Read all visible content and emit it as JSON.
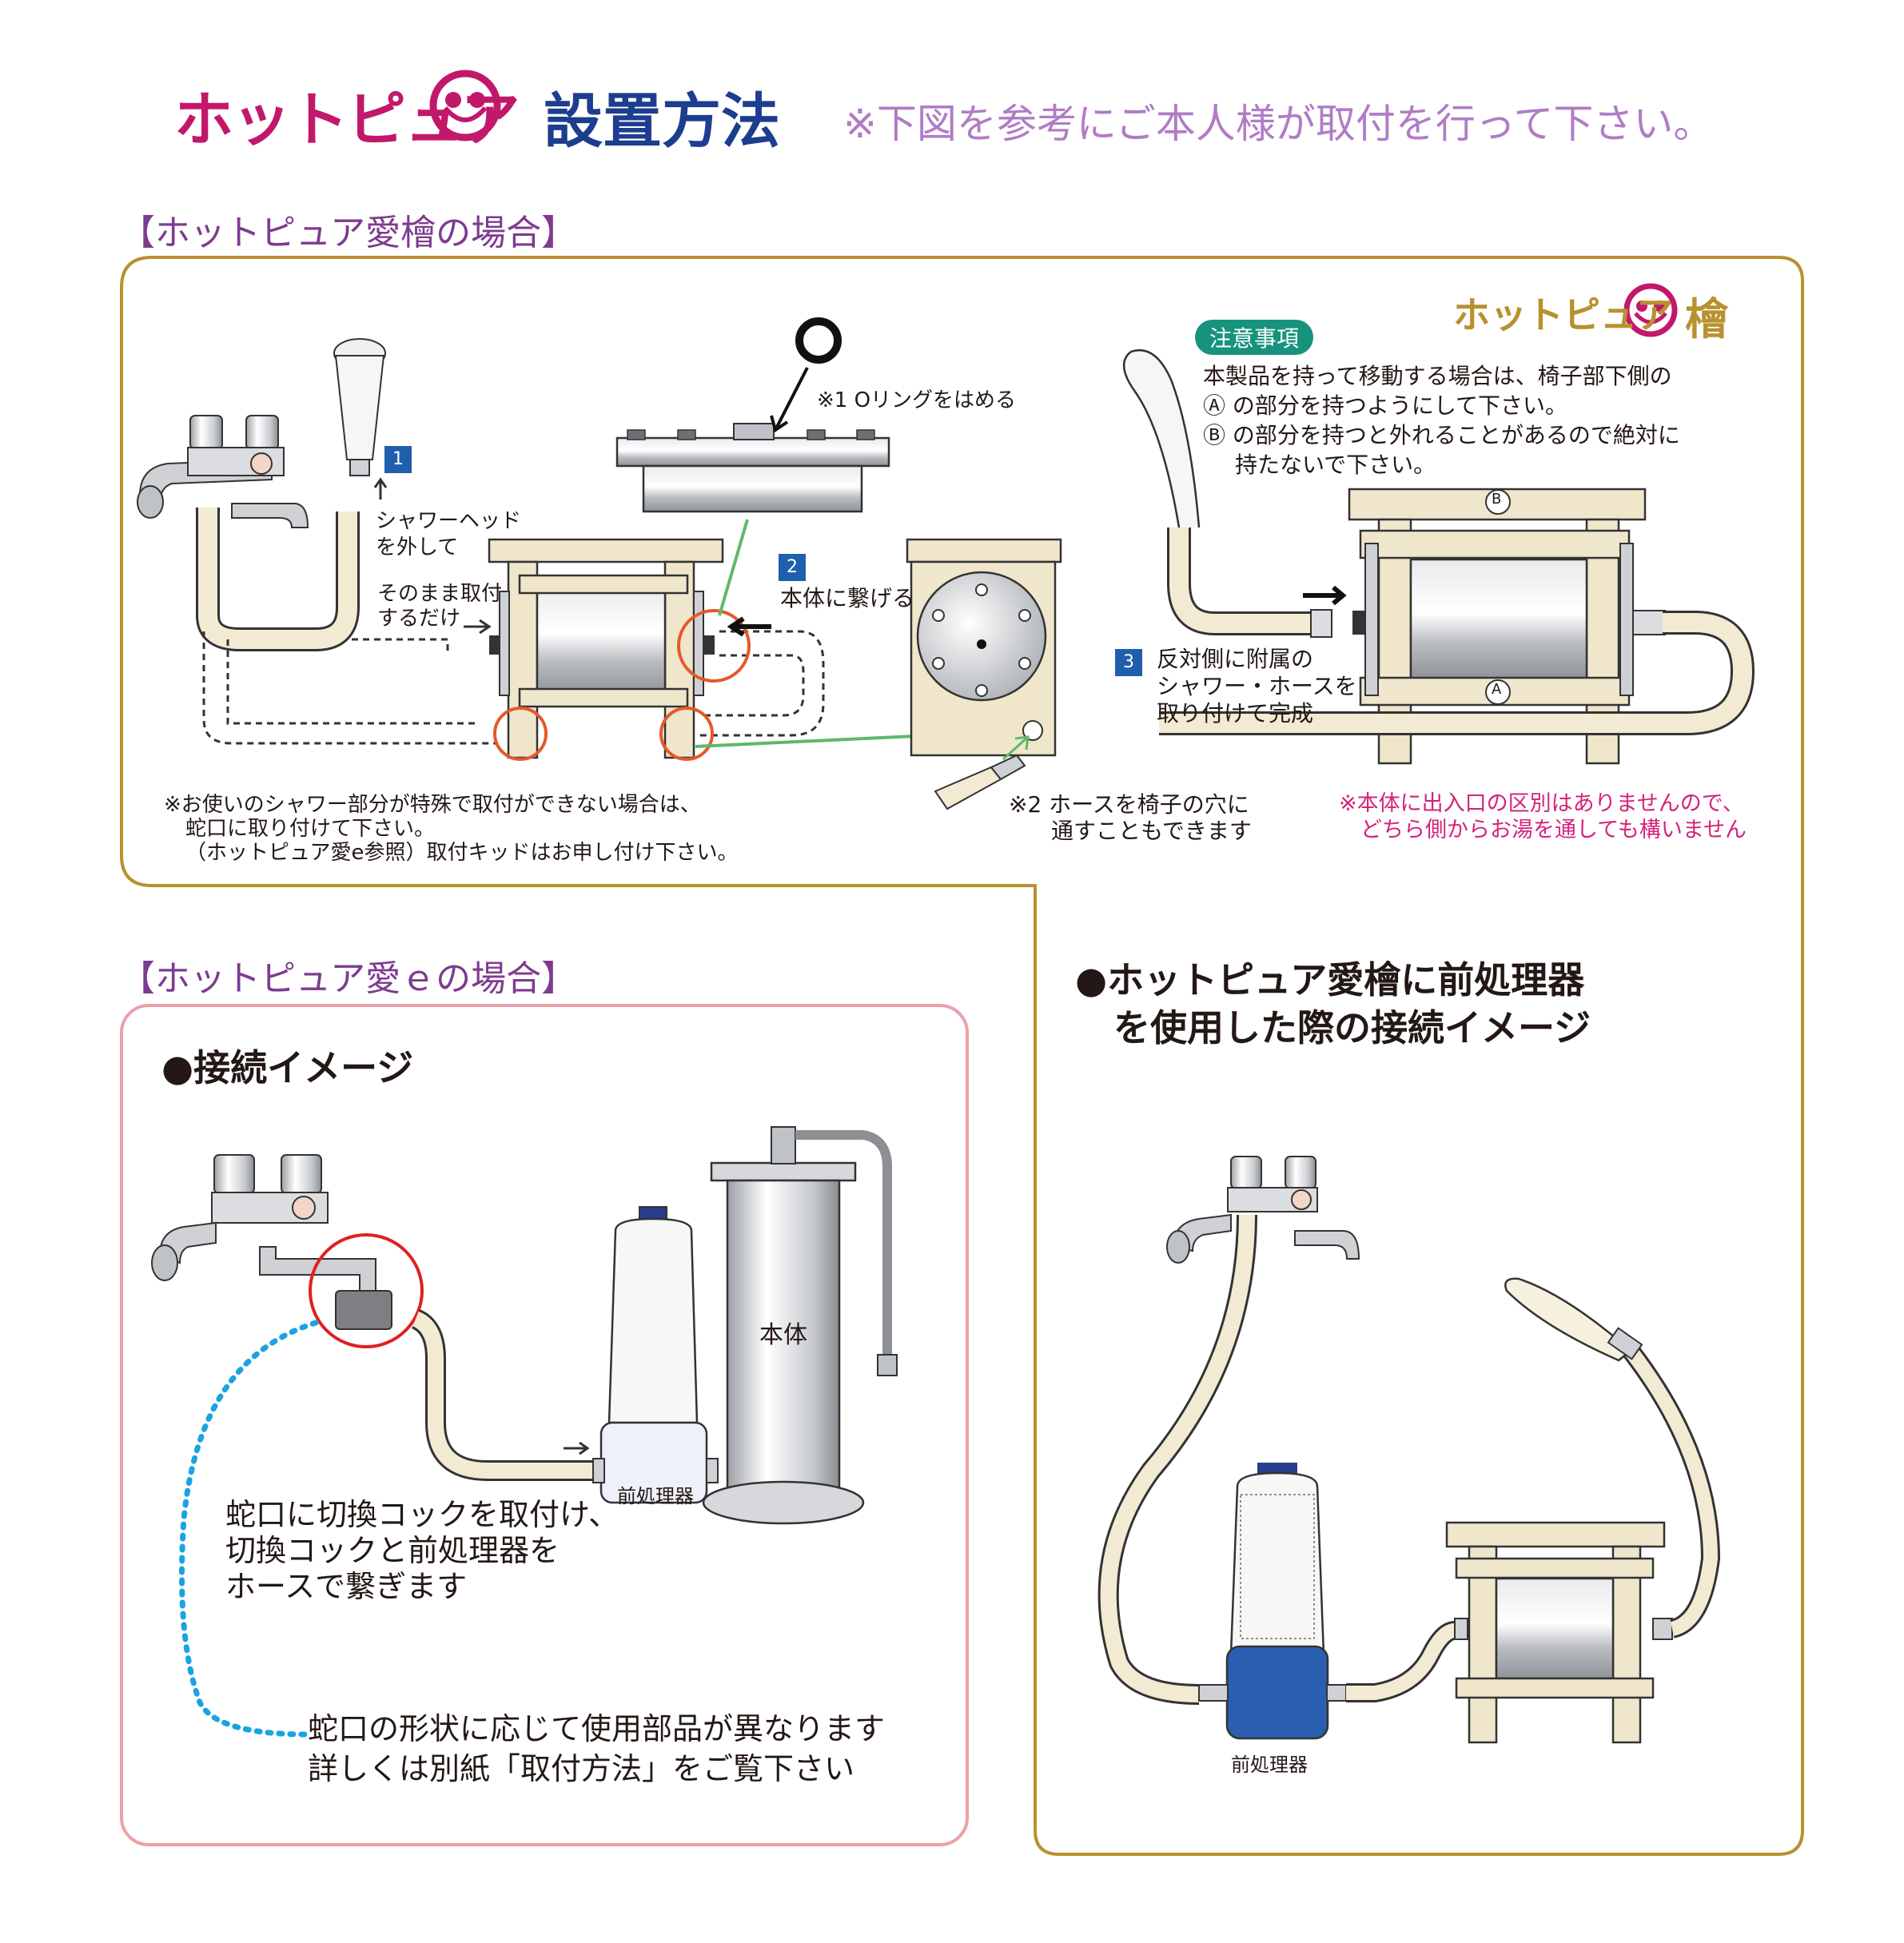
{
  "header": {
    "brand": "ホットピュア",
    "title": "設置方法",
    "note": "※下図を参考にご本人様が取付を行って下さい。"
  },
  "section_hinoki": {
    "title": "【ホットピュア愛檜の場合】",
    "logo_text": "ホットピュア",
    "logo_suffix": "檜",
    "step1": "1",
    "step1_text_line1": "シャワーヘッド",
    "step1_text_line2": "を外して",
    "attach_line1": "そのまま取付",
    "attach_line2": "するだけ",
    "oring_note": "※1 Oリングをはめる",
    "step2": "2",
    "step2_text": "本体に繋げる",
    "caution_label": "注意事項",
    "caution_line1": "本製品を持って移動する場合は、椅子部下側の",
    "caution_line2": "Ⓐ の部分を持つようにして下さい。",
    "caution_line3": "Ⓑ の部分を持つと外れることがあるので絶対に",
    "caution_line4": "持たないで下さい。",
    "label_b": "B",
    "label_a": "A",
    "step3": "3",
    "step3_line1": "反対側に附属の",
    "step3_line2": "シャワー・ホースを",
    "step3_line3": "取り付けて完成",
    "special_line1": "※お使いのシャワー部分が特殊で取付ができない場合は、",
    "special_line2": "蛇口に取り付けて下さい。",
    "special_line3": "（ホットピュア愛e参照）取付キッドはお申し付け下さい。",
    "hose_note_line1": "※2  ホースを椅子の穴に",
    "hose_note_line2": "通すこともできます",
    "direction_line1": "※本体に出入口の区別はありませんので、",
    "direction_line2": "どちら側からお湯を通しても構いません"
  },
  "section_e": {
    "title": "【ホットピュア愛ｅの場合】",
    "heading": "●接続イメージ",
    "body_label": "本体",
    "pre_label": "前処理器",
    "text_line1": "蛇口に切換コックを取付け、",
    "text_line2": "切換コックと前処理器を",
    "text_line3": "ホースで繋ぎます",
    "note_line1": "蛇口の形状に応じて使用部品が異なります",
    "note_line2": "詳しくは別紙「取付方法」をご覧下さい"
  },
  "section_pre": {
    "heading_line1": "●ホットピュア愛檜に前処理器",
    "heading_line2": "を使用した際の接続イメージ",
    "pre_label": "前処理器"
  },
  "colors": {
    "frame_gold": "#b8912f",
    "frame_pink": "#ee9fa9",
    "wood": "#efe6cc",
    "hose": "#f3ead3",
    "accent_orange": "#e4592b",
    "accent_green": "#5fb86a",
    "dotted_blue": "#1aa3e3",
    "step_blue": "#1f5fae"
  }
}
